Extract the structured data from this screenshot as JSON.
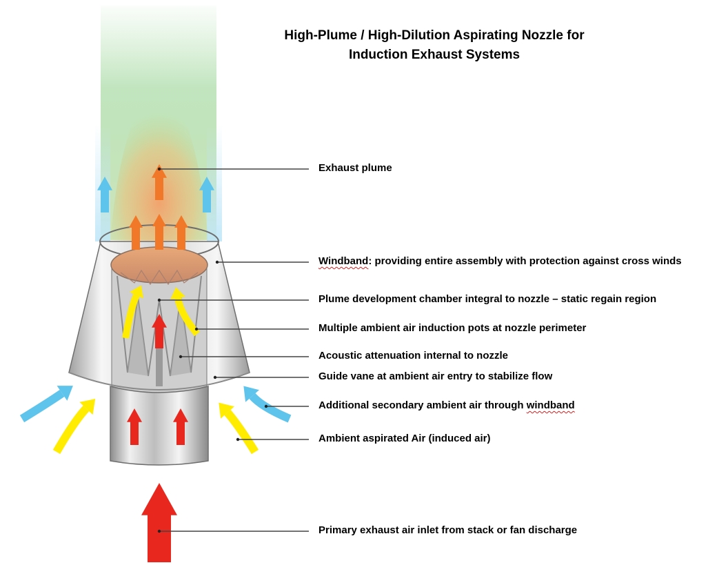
{
  "title": {
    "line1": "High-Plume / High-Dilution Aspirating Nozzle for",
    "line2": "Induction Exhaust Systems"
  },
  "callouts": [
    {
      "id": "exhaust-plume",
      "parts": [
        {
          "text": "Exhaust plume",
          "squiggle": false
        }
      ]
    },
    {
      "id": "windband",
      "parts": [
        {
          "text": "Windband",
          "squiggle": true
        },
        {
          "text": ":  providing entire assembly with protection against cross winds",
          "squiggle": false
        }
      ]
    },
    {
      "id": "plume-chamber",
      "parts": [
        {
          "text": "Plume development chamber integral to nozzle – static regain region",
          "squiggle": false
        }
      ]
    },
    {
      "id": "induction-pots",
      "parts": [
        {
          "text": "Multiple ambient air induction pots at nozzle perimeter",
          "squiggle": false
        }
      ]
    },
    {
      "id": "acoustic",
      "parts": [
        {
          "text": "Acoustic attenuation internal to nozzle",
          "squiggle": false
        }
      ]
    },
    {
      "id": "guide-vane",
      "parts": [
        {
          "text": "Guide vane at ambient air entry to stabilize flow",
          "squiggle": false
        }
      ]
    },
    {
      "id": "secondary-air",
      "parts": [
        {
          "text": "Additional secondary ambient air through ",
          "squiggle": false
        },
        {
          "text": "windband",
          "squiggle": true
        }
      ]
    },
    {
      "id": "aspirated-air",
      "parts": [
        {
          "text": "Ambient aspirated Air (induced air)",
          "squiggle": false
        }
      ]
    },
    {
      "id": "primary-inlet",
      "parts": [
        {
          "text": "Primary exhaust air inlet from stack or fan discharge",
          "squiggle": false
        }
      ]
    }
  ],
  "colors": {
    "primary_air": "#e8281e",
    "aspirated_air": "#ffec00",
    "secondary_air": "#5ec4ec",
    "plume": "#f07828",
    "plume_green": "#7cc878",
    "metal_light": "#e6e6e6",
    "metal_dark": "#7a7a7a",
    "leader_line": "#444444"
  }
}
